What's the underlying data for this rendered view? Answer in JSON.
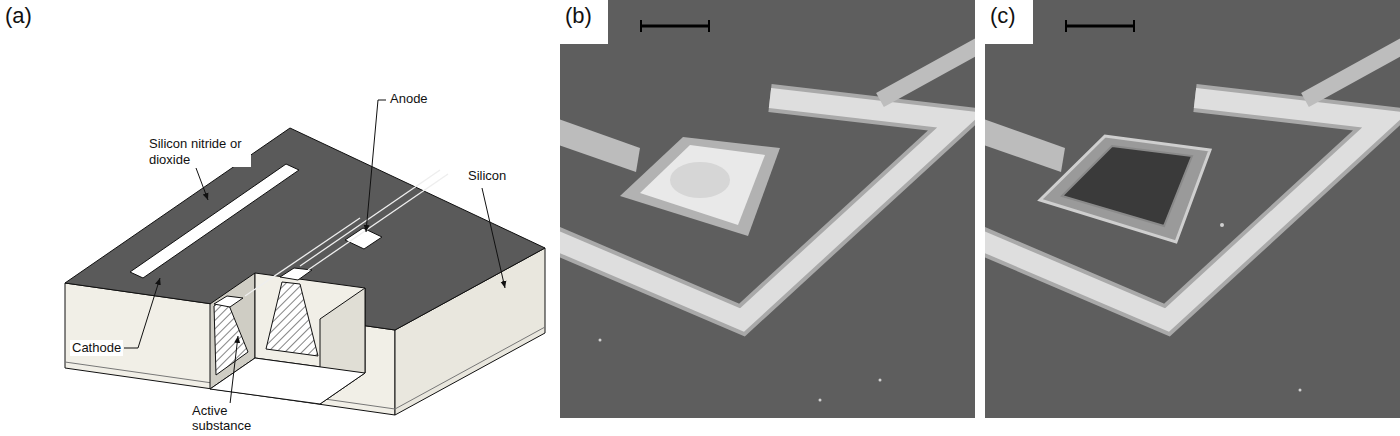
{
  "diagram": {
    "labels": [
      "(a)",
      "(b)",
      "(c)",
      "Silicon nitride or dioxide",
      "Anode",
      "Silicon",
      "Cathode",
      "Active substance"
    ]
  }
}
